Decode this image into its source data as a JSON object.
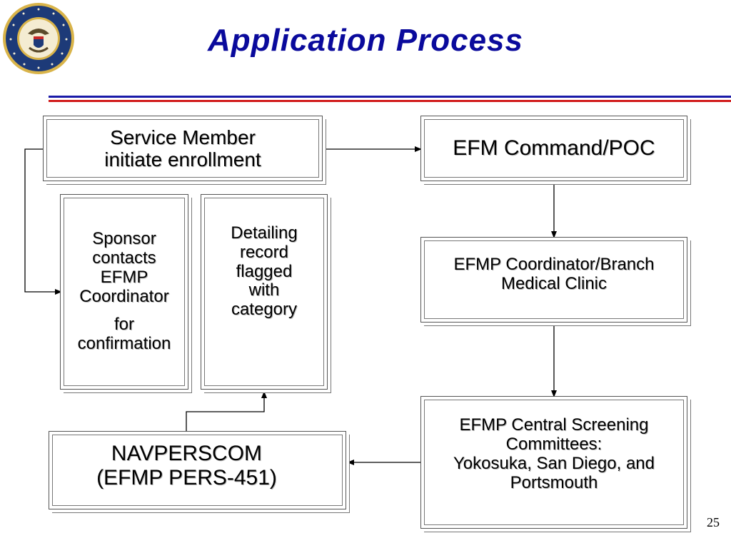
{
  "slide": {
    "title": "Application Process",
    "page_number": "25",
    "seal_label": "United States Navy seal"
  },
  "nodes": {
    "service_member": {
      "lines": [
        "Service Member",
        "initiate enrollment"
      ]
    },
    "sponsor_contacts": {
      "lines": [
        "Sponsor",
        "contacts",
        "EFMP",
        "Coordinator"
      ],
      "lines2": [
        "for",
        "confirmation"
      ]
    },
    "detailing_record": {
      "lines": [
        "Detailing",
        "record",
        "flagged",
        "with",
        "category"
      ]
    },
    "efm_command": {
      "lines": [
        "EFM Command/POC"
      ]
    },
    "efmp_coordinator": {
      "lines": [
        "EFMP Coordinator/Branch",
        "Medical Clinic"
      ]
    },
    "central_screening": {
      "lines": [
        "EFMP Central Screening",
        "Committees:",
        "Yokosuka, San Diego, and",
        "Portsmouth"
      ]
    },
    "navperscom": {
      "lines": [
        "NAVPERSCOM",
        "(EFMP PERS-451)"
      ]
    }
  },
  "colors": {
    "title": "#0a0a9c",
    "rule_blue": "#1a1aa8",
    "rule_red": "#d11a1a",
    "seal_ring": "#1d3a78",
    "seal_gold": "#d9b44a"
  }
}
